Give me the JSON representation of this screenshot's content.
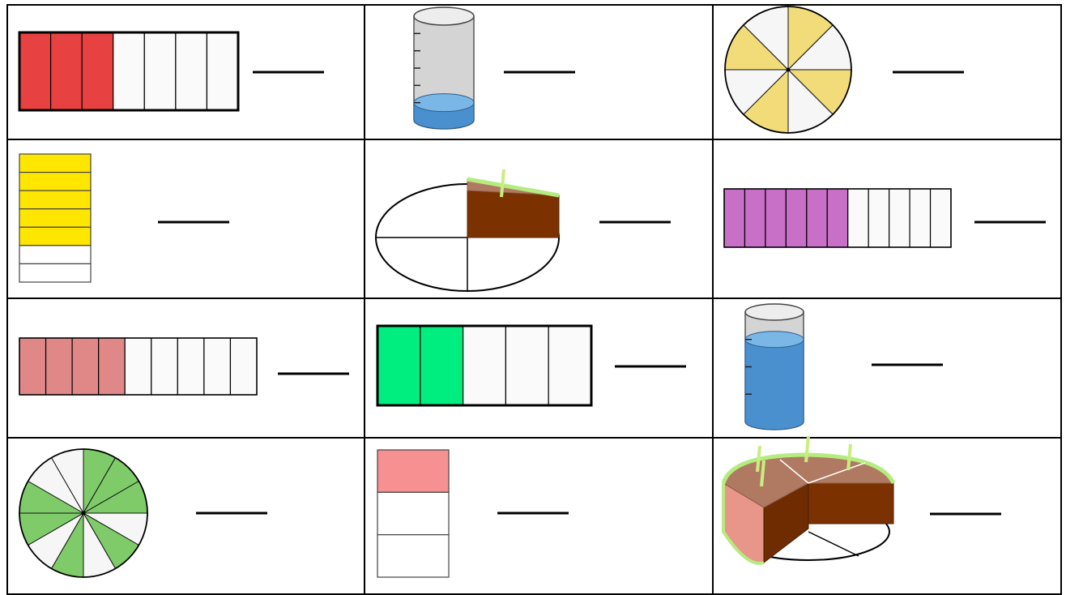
{
  "worksheet": {
    "rows": [
      [
        {
          "kind": "bar-strip",
          "parts": 7,
          "shaded": 3,
          "color": "#e84141"
        },
        {
          "kind": "cylinder",
          "parts": 6,
          "shaded": 1,
          "color": "#4a90cf"
        },
        {
          "kind": "pie",
          "parts": 8,
          "shaded": 4,
          "color": "#f2dc7a"
        }
      ],
      [
        {
          "kind": "stack",
          "parts": 7,
          "shaded": 5,
          "color": "#ffe600"
        },
        {
          "kind": "cake",
          "parts": 4,
          "shaded": 1,
          "color": "#7b3200"
        },
        {
          "kind": "bar-strip",
          "parts": 11,
          "shaded": 6,
          "color": "#c86fc8"
        }
      ],
      [
        {
          "kind": "bar-strip",
          "parts": 9,
          "shaded": 4,
          "color": "#e08888"
        },
        {
          "kind": "bar-strip",
          "parts": 5,
          "shaded": 2,
          "color": "#00ee80"
        },
        {
          "kind": "cylinder",
          "parts": 4,
          "shaded": 3,
          "color": "#4a90cf"
        }
      ],
      [
        {
          "kind": "pie",
          "parts": 12,
          "shaded": 7,
          "color": "#7fcb6a"
        },
        {
          "kind": "stack",
          "parts": 3,
          "shaded": 1,
          "color": "#f79090"
        },
        {
          "kind": "cake",
          "parts": 5,
          "shaded": 3,
          "color": "#7b3200"
        }
      ]
    ]
  }
}
